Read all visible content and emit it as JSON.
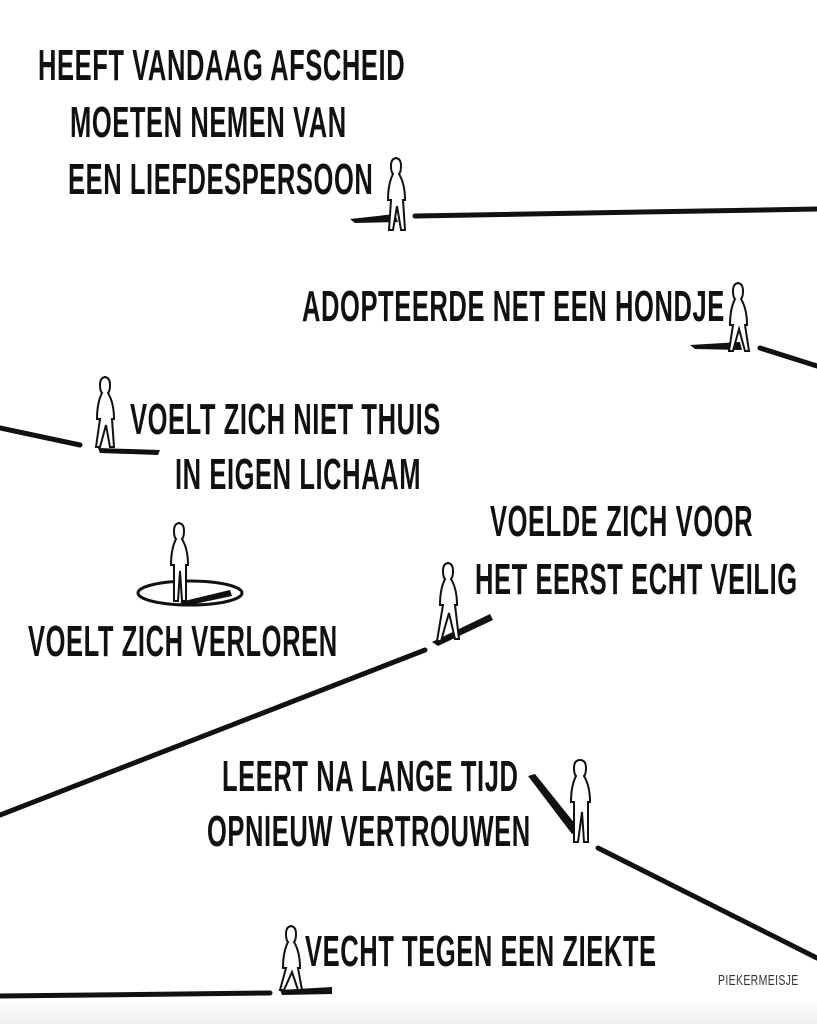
{
  "texts": {
    "afscheid_1": "HEEFT VANDAAG AFSCHEID",
    "afscheid_2": "MOETEN NEMEN VAN",
    "afscheid_3": "EEN LIEFDESPERSOON",
    "hondje": "ADOPTEERDE NET EEN HONDJE",
    "thuis_1": "VOELT ZICH NIET THUIS",
    "thuis_2": "IN EIGEN  LICHAAM",
    "veilig_1": "VOELDE ZICH VOOR",
    "veilig_2": "HET EERST ECHT VEILIG",
    "verloren": "VOELT ZICH VERLOREN",
    "vertrouwen_1": "LEERT NA LANGE TIJD",
    "vertrouwen_2": "OPNIEUW VERTROUWEN",
    "ziekte": "VECHT TEGEN EEN ZIEKTE"
  },
  "signature": "PIEKERMEISJE",
  "colors": {
    "ink": "#111111",
    "background": "#ffffff"
  }
}
